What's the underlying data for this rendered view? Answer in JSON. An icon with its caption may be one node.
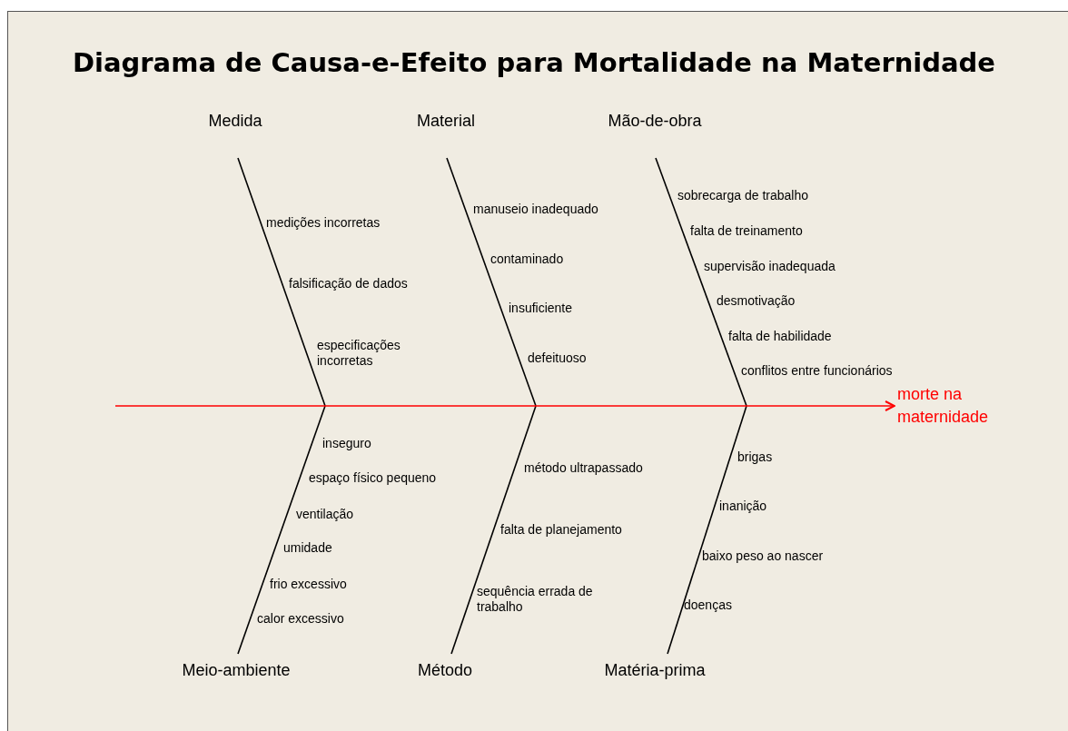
{
  "diagram": {
    "title": "Diagrama de Causa-e-Efeito para Mortalidade na Maternidade",
    "nodes": [
      {
        "text": [
          "Medida"
        ]
      },
      {
        "text": [
          "Material"
        ]
      },
      {
        "text": [
          "Mão-de-obra"
        ]
      },
      {
        "text": [
          "Meio-ambiente"
        ]
      },
      {
        "text": [
          "Método"
        ]
      },
      {
        "text": [
          "Matéria-prima"
        ]
      },
      {
        "text": [
          "morte na maternidade"
        ]
      }
    ],
    "edges": [
      {
        "from": 0,
        "to": null,
        "arrow": "none"
      },
      {
        "from": 1,
        "to": null,
        "arrow": "none"
      },
      {
        "from": 2,
        "to": null,
        "arrow": "none"
      },
      {
        "from": 3,
        "to": null,
        "arrow": "none"
      },
      {
        "from": 4,
        "to": null,
        "arrow": "none"
      },
      {
        "from": 5,
        "to": null,
        "arrow": "none"
      },
      {
        "from": null,
        "to": 6,
        "arrow": "to",
        "color": "#ff0000"
      }
    ],
    "labels": [
      "medições incorretas",
      "falsificação de dados",
      "especificações incorretas",
      "manuseio inadequado",
      "contaminado",
      "insuficiente",
      "defeituoso",
      "sobrecarga de trabalho",
      "falta de treinamento",
      "supervisão inadequada",
      "desmotivação",
      "falta de habilidade",
      "conflitos entre funcionários",
      "inseguro",
      "espaço físico pequeno",
      "ventilação",
      "umidade",
      "frio excessivo",
      "calor excessivo",
      "método ultrapassado",
      "falta de planejamento",
      "sequência errada de trabalho",
      "brigas",
      "inanição",
      "baixo peso ao nascer",
      "doenças"
    ]
  }
}
